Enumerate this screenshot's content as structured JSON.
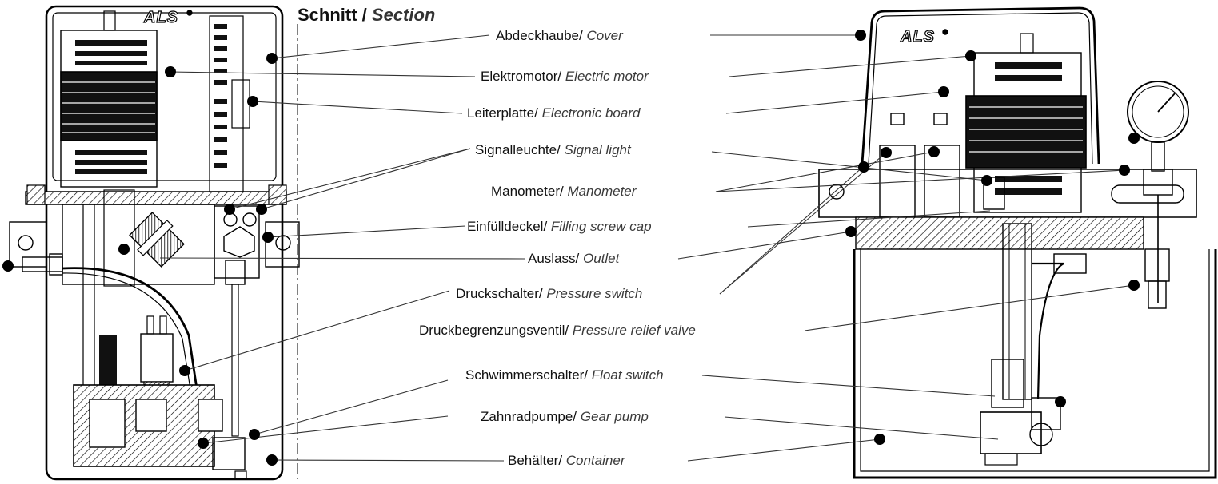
{
  "title": {
    "de": "Schnitt /",
    "en": "Section"
  },
  "brand_logo": "ALS",
  "labels": [
    {
      "de": "Abdeckhaube/",
      "en": "Cover"
    },
    {
      "de": "Elektromotor/",
      "en": "Electric motor"
    },
    {
      "de": "Leiterplatte/",
      "en": "Electronic board"
    },
    {
      "de": "Signalleuchte/",
      "en": "Signal light"
    },
    {
      "de": "Manometer/",
      "en": "Manometer"
    },
    {
      "de": "Einfülldeckel/",
      "en": "Filling screw cap"
    },
    {
      "de": "Auslass/",
      "en": "Outlet"
    },
    {
      "de": "Druckschalter/",
      "en": "Pressure switch"
    },
    {
      "de": "Druckbegrenzungsventil/",
      "en": "Pressure relief valve"
    },
    {
      "de": "Schwimmerschalter/",
      "en": "Float switch"
    },
    {
      "de": "Zahnradpumpe/",
      "en": "Gear pump"
    },
    {
      "de": "Behälter/",
      "en": "Container"
    }
  ],
  "colors": {
    "line": "#000000",
    "leader": "#333333",
    "hatch": "#000000",
    "background": "#ffffff"
  }
}
